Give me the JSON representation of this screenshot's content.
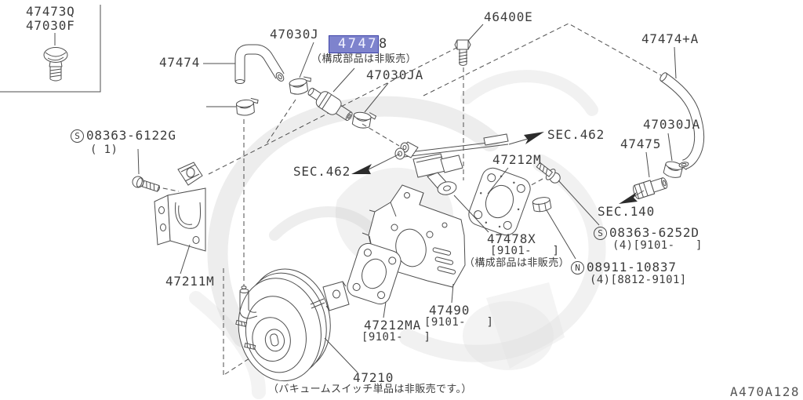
{
  "diagram": {
    "code": "A470A128",
    "highlight_color": "#7e83cd",
    "line_color": "#4e4e4e"
  },
  "labels": {
    "inset_1": "47473Q",
    "inset_2": "47030F",
    "p47474": "47474",
    "p47030j": "47030J",
    "p47478_hl": "4747",
    "p47478_rest": "8",
    "note_components": "（構成部品は非販売）",
    "p47030ja": "47030JA",
    "p46400e": "46400E",
    "p47474a": "47474+A",
    "p47475": "47475",
    "sec462": "SEC.462",
    "sec140": "SEC.140",
    "p47212m": "47212M",
    "sym_s": "S",
    "sym_n": "N",
    "s6252": "08363-6252D",
    "s6252_qty": "(4)[9101-   ]",
    "n10837": "08911-10837",
    "n10837_qty": "(4)[8812-9101]",
    "p47478x": "47478X",
    "range_9101": "[9101-   ]",
    "s6122": "08363-6122G",
    "s6122_qty": "( 1)",
    "p47211m": "47211M",
    "p47210": "47210",
    "note_vacuum": "（バキュームスイッチ単品は非販売です。）",
    "p47212ma": "47212MA",
    "p47490": "47490"
  }
}
